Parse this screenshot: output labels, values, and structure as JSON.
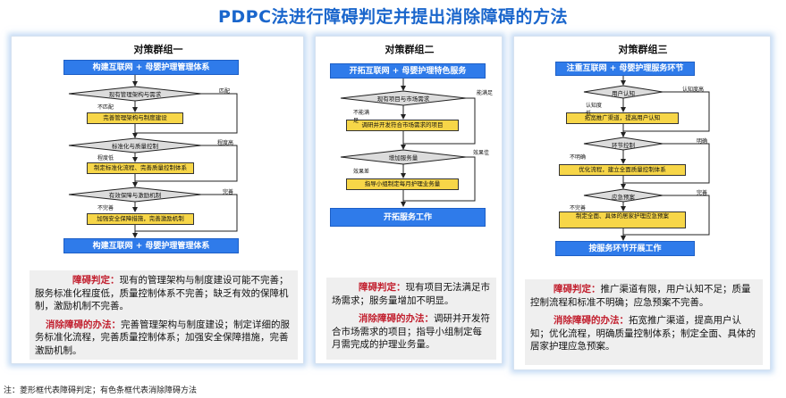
{
  "title": "PDPC法进行障碍判定并提出消除障碍的方法",
  "note": "注：菱形框代表障碍判定；有色条框代表消除障碍方法",
  "groups": [
    {
      "title": "对策群组一",
      "top_box": "构建互联网 + 母婴护理管理体系",
      "bottom_box": "构建互联网 + 母婴护理管理体系",
      "decisions": [
        "现有管理架构与需求",
        "标准化与质量控制",
        "有效保障与激励机制"
      ],
      "actions": [
        "完善管理架构与制度建设",
        "制定标准化流程、完善质量控制体系",
        "加强安全保障措施，完善激励机制"
      ],
      "labels": [
        "匹配",
        "不匹配",
        "程度高",
        "程度低",
        "完善",
        "不完善"
      ],
      "obstacle_label": "障碍判定：",
      "obstacle_text": "现有的管理架构与制度建设可能不完善；服务标准化程度低，质量控制体系不完善；缺乏有效的保障机制，激励机制不完善。",
      "solution_label": "消除障碍的办法：",
      "solution_text": "完善管理架构与制度建设；制定详细的服务标准化流程，完善质量控制体系；加强安全保障措施，完善激励机制。"
    },
    {
      "title": "对策群组二",
      "top_box": "开拓互联网 + 母婴护理特色服务",
      "bottom_box": "开拓服务工作",
      "decisions": [
        "现有项目与市场需求",
        "增加服务量"
      ],
      "actions": [
        "调研并开发符合市场需求的项目",
        "指导小组制定每月护理业务量"
      ],
      "labels": [
        "能满足",
        "不能满足",
        "效果佳",
        "效果差"
      ],
      "obstacle_label": "障碍判定：",
      "obstacle_text": "现有项目无法满足市场需求；服务量增加不明显。",
      "solution_label": "消除障碍的办法：",
      "solution_text": "调研并开发符合市场需求的项目；指导小组制定每月需完成的护理业务量。"
    },
    {
      "title": "对策群组三",
      "top_box": "注重互联网 + 母婴护理服务环节",
      "bottom_box": "按服务环节开展工作",
      "decisions": [
        "用户认知",
        "环节控制",
        "应急预案"
      ],
      "actions": [
        "拓宽推广渠道，提高用户认知",
        "优化流程，建立全面质量控制体系",
        "制定全面、具体的居家护理应急预案"
      ],
      "labels": [
        "认知度高",
        "认知度低",
        "明确",
        "不明确",
        "完善",
        "不完善"
      ],
      "obstacle_label": "障碍判定：",
      "obstacle_text": "推广渠道有限，用户认知不足；质量控制流程和标准不明确；应急预案不完善。",
      "solution_label": "消除障碍的办法：",
      "solution_text": "拓宽推广渠道，提高用户认知；优化流程，明确质量控制体系；制定全面、具体的居家护理应急预案。"
    }
  ]
}
